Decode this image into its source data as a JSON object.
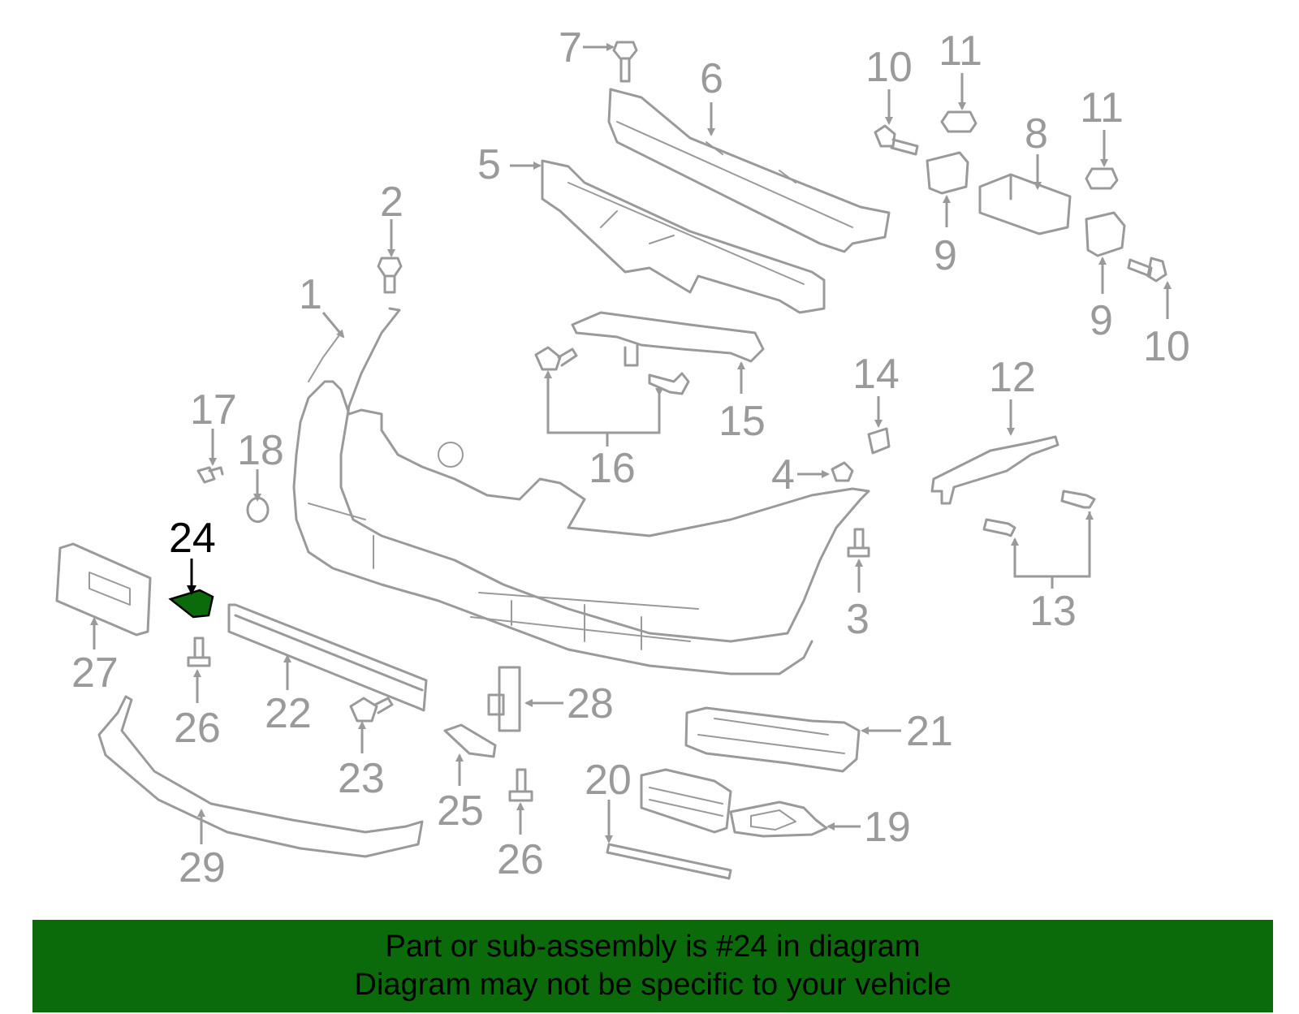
{
  "diagram": {
    "highlight_color": "#0b6b0b",
    "part_color": "#9a9a9a",
    "callouts": {
      "c1": "1",
      "c2": "2",
      "c3": "3",
      "c4": "4",
      "c5": "5",
      "c6": "6",
      "c7": "7",
      "c8": "8",
      "c9a": "9",
      "c9b": "9",
      "c10a": "10",
      "c10b": "10",
      "c11a": "11",
      "c11b": "11",
      "c12": "12",
      "c13": "13",
      "c14": "14",
      "c15": "15",
      "c16": "16",
      "c17": "17",
      "c18": "18",
      "c19": "19",
      "c20": "20",
      "c21": "21",
      "c22": "22",
      "c23": "23",
      "c24": "24",
      "c25": "25",
      "c26a": "26",
      "c26b": "26",
      "c27": "27",
      "c28": "28",
      "c29": "29"
    }
  },
  "banner": {
    "background": "#0b6b0b",
    "line1": "Part or sub-assembly is #24 in diagram",
    "line2": "Diagram may not be specific to your vehicle"
  }
}
